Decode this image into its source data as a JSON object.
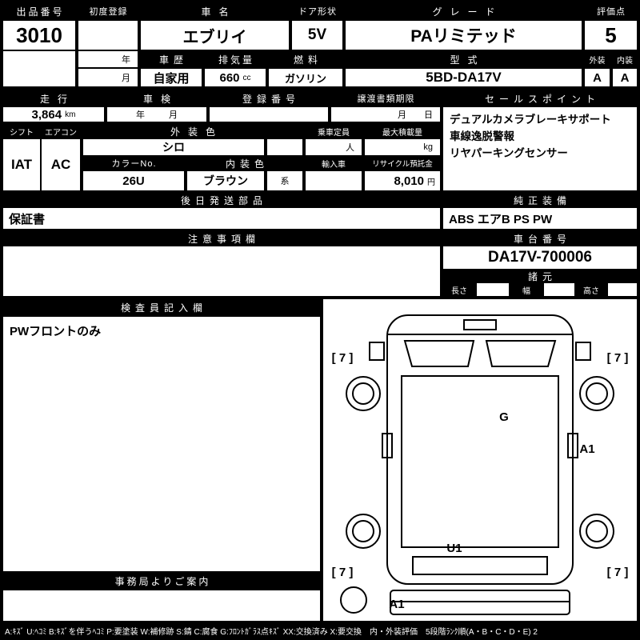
{
  "top": {
    "lot": {
      "label": "出品番号",
      "value": "3010"
    },
    "first_reg": {
      "label": "初度登録",
      "year": "年",
      "month": "月"
    },
    "name": {
      "label": "車名",
      "value": "エブリイ"
    },
    "door": {
      "label": "ドア形状",
      "value": "5V"
    },
    "grade": {
      "label": "グレード",
      "value": "PAリミテッド"
    },
    "score": {
      "label": "評価点",
      "value": "5"
    },
    "history": {
      "label": "車歴",
      "value": "自家用"
    },
    "displacement": {
      "label": "排気量",
      "value": "660",
      "unit": "cc"
    },
    "fuel": {
      "label": "燃料",
      "value": "ガソリン"
    },
    "model": {
      "label": "型式",
      "value": "5BD-DA17V"
    },
    "exterior": {
      "label": "外装",
      "value": "A"
    },
    "interior": {
      "label": "内装",
      "value": "A"
    }
  },
  "reg": {
    "mileage": {
      "label": "走行",
      "value": "3,864",
      "unit": "km"
    },
    "shaken": {
      "label": "車検",
      "year": "年",
      "month": "月"
    },
    "reg_no": {
      "label": "登録番号",
      "value": ""
    },
    "transfer": {
      "label": "譲渡書類期限",
      "month": "月",
      "day": "日"
    }
  },
  "sales": {
    "label": "セールスポイント",
    "lines": [
      "デュアルカメラブレーキサポート",
      "車線逸脱警報",
      "リヤパーキングセンサー"
    ]
  },
  "spec": {
    "shift": {
      "label": "シフト",
      "value": "IAT"
    },
    "aircon": {
      "label": "エアコン",
      "value": "AC"
    },
    "ext_color": {
      "label": "外装色",
      "value": "シロ"
    },
    "capacity": {
      "label": "乗車定員",
      "unit": "人"
    },
    "payload": {
      "label": "最大積載量",
      "unit": "kg"
    },
    "color_no": {
      "label": "カラーNo.",
      "value": "26U"
    },
    "int_color": {
      "label": "内装色",
      "value": "ブラウン",
      "suffix": "系"
    },
    "import_car": {
      "label": "輸入車",
      "value": ""
    },
    "recycle": {
      "label": "リサイクル預託金",
      "value": "8,010",
      "unit": "円"
    }
  },
  "later_parts": {
    "label": "後日発送部品",
    "value": "保証書"
  },
  "oem_equip": {
    "label": "純正装備",
    "value": "ABS エアB PS PW"
  },
  "notes": {
    "label": "注意事項欄",
    "value": ""
  },
  "chassis": {
    "label": "車台番号",
    "value": "DA17V-700006"
  },
  "dims": {
    "label": "諸元",
    "length_label": "長さ",
    "width_label": "幅",
    "height_label": "高さ",
    "length": "",
    "width": "",
    "height": ""
  },
  "inspector": {
    "label": "検査員記入欄",
    "value": "PWフロントのみ"
  },
  "office": {
    "label": "事務局よりご案内",
    "value": ""
  },
  "diagram": {
    "corner_tl": "[ 7 ]",
    "corner_tr": "[ 7 ]",
    "corner_bl": "[ 7 ]",
    "corner_br": "[ 7 ]",
    "mark_g": "G",
    "mark_a1_right": "A1",
    "mark_u1": "U1",
    "mark_a1_bottom": "A1"
  },
  "legend": "A:ｷｽﾞ U:ﾍｺﾐ B:ｷｽﾞを伴うﾍｺﾐ P:要塗装 W:補修跡 S:錆 C:腐食 G:ﾌﾛﾝﾄｶﾞﾗｽ点ｷｽﾞ XX:交換済み X:要交換　内・外装評価　5段階ﾗﾝｸ順(A・B・C・D・E) 2"
}
